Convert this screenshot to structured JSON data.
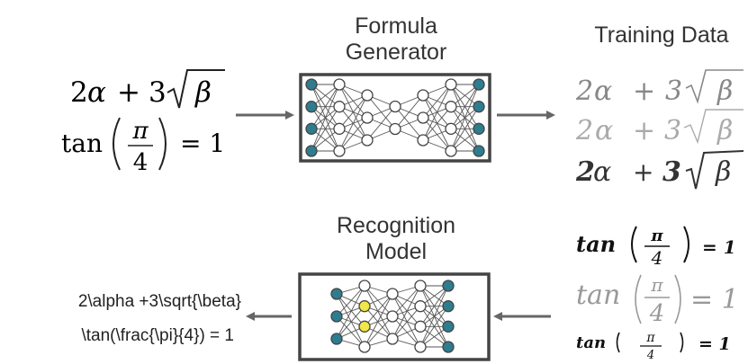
{
  "generator": {
    "title_line1": "Formula",
    "title_line2": "Generator"
  },
  "training": {
    "title": "Training Data"
  },
  "recognition": {
    "title_line1": "Recognition",
    "title_line2": "Model"
  },
  "input_formulas": {
    "f1": {
      "coef1": "2",
      "alpha": "α",
      "plus": "+",
      "coef2": "3",
      "beta": "β"
    },
    "f2": {
      "fn": "tan",
      "num": "π",
      "den": "4",
      "rhs": "= 1"
    }
  },
  "training_samples": {
    "s1": {
      "coef1": "2",
      "alpha": "α",
      "plus": "+",
      "coef2": "3",
      "beta": "β"
    },
    "s2": {
      "coef1": "2",
      "alpha": "α",
      "plus": "+",
      "coef2": "3",
      "beta": "β"
    },
    "s3": {
      "coef1": "2",
      "alpha": "α",
      "plus": "+",
      "coef2": "3",
      "beta": "β"
    },
    "t1": {
      "fn": "tan",
      "num": "π",
      "den": "4",
      "rhs": "= 1"
    },
    "t2": {
      "fn": "tan",
      "num": "π",
      "den": "4",
      "rhs": "= 1"
    },
    "t3": {
      "fn": "tan",
      "num": "π",
      "den": "4",
      "rhs": "= 1"
    }
  },
  "latex_output": {
    "line1": "2\\alpha +3\\sqrt{\\beta}",
    "line2": "\\tan(\\frac{\\pi}{4}) = 1"
  },
  "colors": {
    "input_node": "#2e7d8f",
    "hidden_node": "#ffffff",
    "highlight_node": "#f2e64a",
    "box_border": "#444444",
    "arrow": "#666666"
  }
}
